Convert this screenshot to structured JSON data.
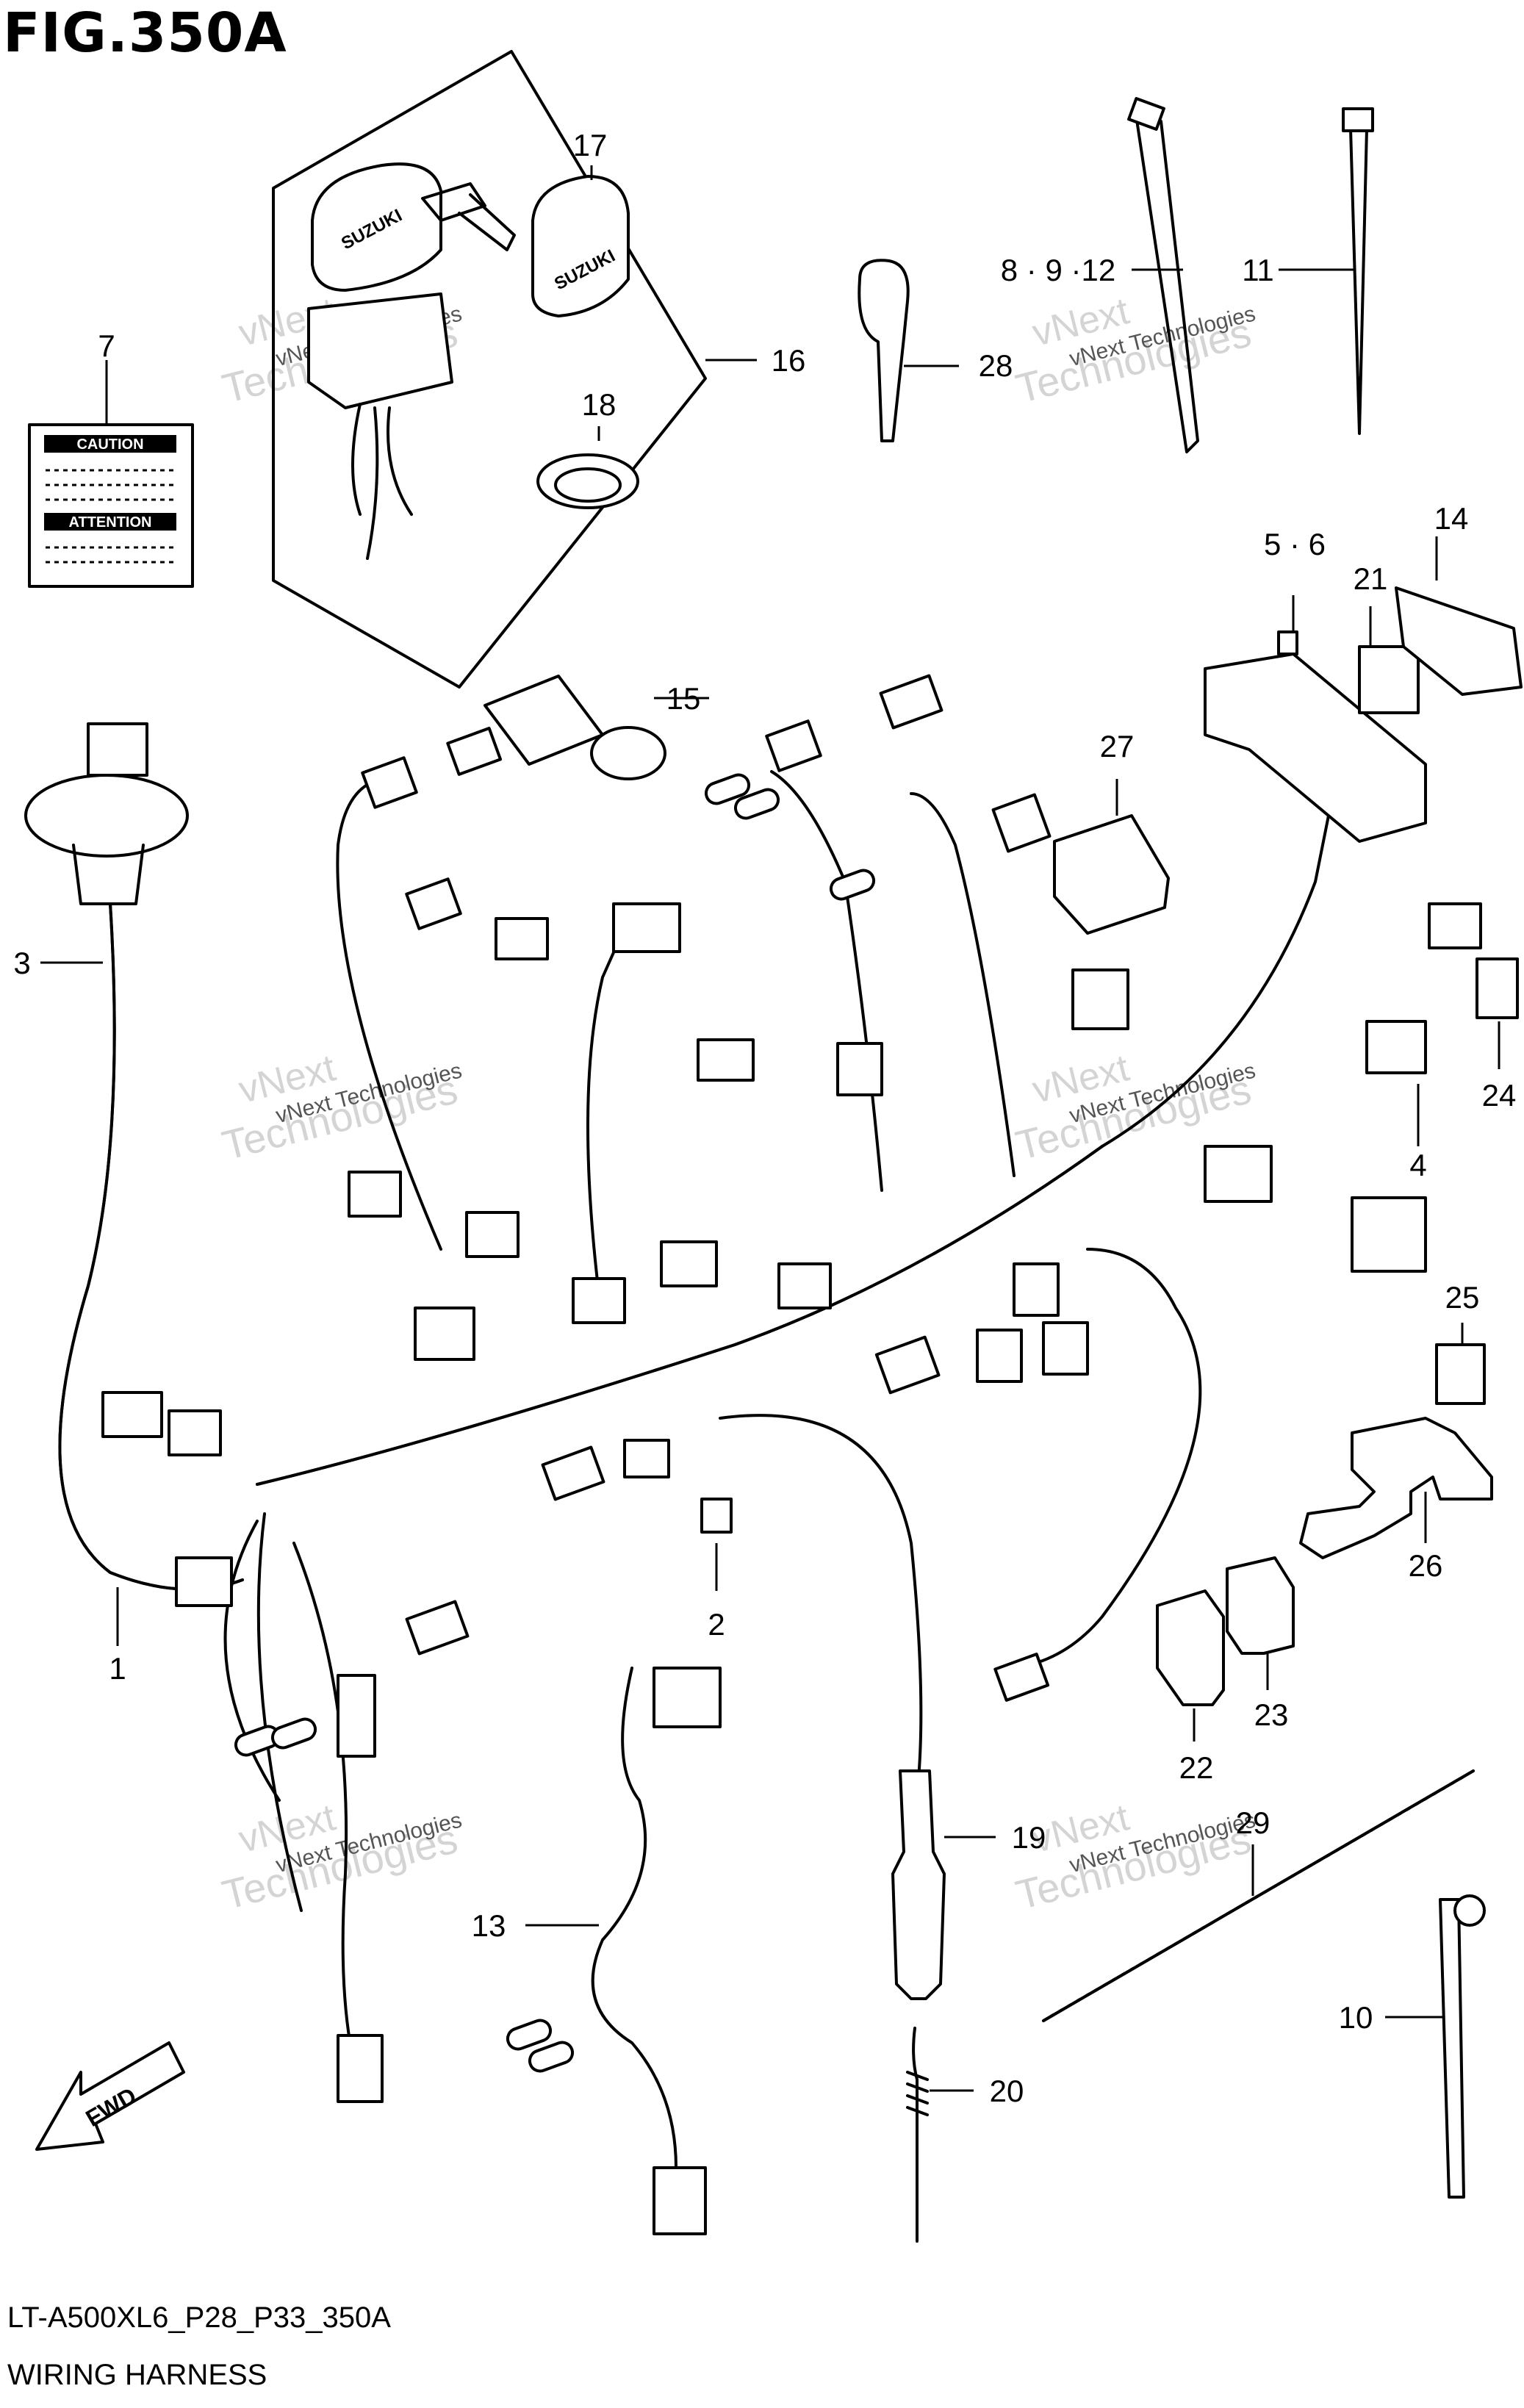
{
  "figure": {
    "title": "FIG.350A",
    "model_code": "LT-A500XL6_P28_P33_350A",
    "assembly_name": "WIRING HARNESS"
  },
  "callouts": [
    {
      "id": "c1",
      "text": "1"
    },
    {
      "id": "c2",
      "text": "2"
    },
    {
      "id": "c3",
      "text": "3"
    },
    {
      "id": "c4",
      "text": "4"
    },
    {
      "id": "c56",
      "text": "5 · 6"
    },
    {
      "id": "c7",
      "text": "7"
    },
    {
      "id": "c8912",
      "text": "8 · 9 ·12"
    },
    {
      "id": "c10",
      "text": "10"
    },
    {
      "id": "c11",
      "text": "11"
    },
    {
      "id": "c13",
      "text": "13"
    },
    {
      "id": "c14",
      "text": "14"
    },
    {
      "id": "c15",
      "text": "15"
    },
    {
      "id": "c16",
      "text": "16"
    },
    {
      "id": "c17",
      "text": "17"
    },
    {
      "id": "c18",
      "text": "18"
    },
    {
      "id": "c19",
      "text": "19"
    },
    {
      "id": "c20",
      "text": "20"
    },
    {
      "id": "c21",
      "text": "21"
    },
    {
      "id": "c22",
      "text": "22"
    },
    {
      "id": "c23",
      "text": "23"
    },
    {
      "id": "c24",
      "text": "24"
    },
    {
      "id": "c25",
      "text": "25"
    },
    {
      "id": "c26",
      "text": "26"
    },
    {
      "id": "c27",
      "text": "27"
    },
    {
      "id": "c28",
      "text": "28"
    },
    {
      "id": "c29",
      "text": "29"
    }
  ],
  "labels": {
    "caution": "CAUTION",
    "attention": "ATTENTION",
    "brand": "SUZUKI",
    "fwd": "FWD"
  },
  "watermark": {
    "line1": "vNext",
    "line2": "Technologies",
    "line3": "vNext Technologies"
  }
}
